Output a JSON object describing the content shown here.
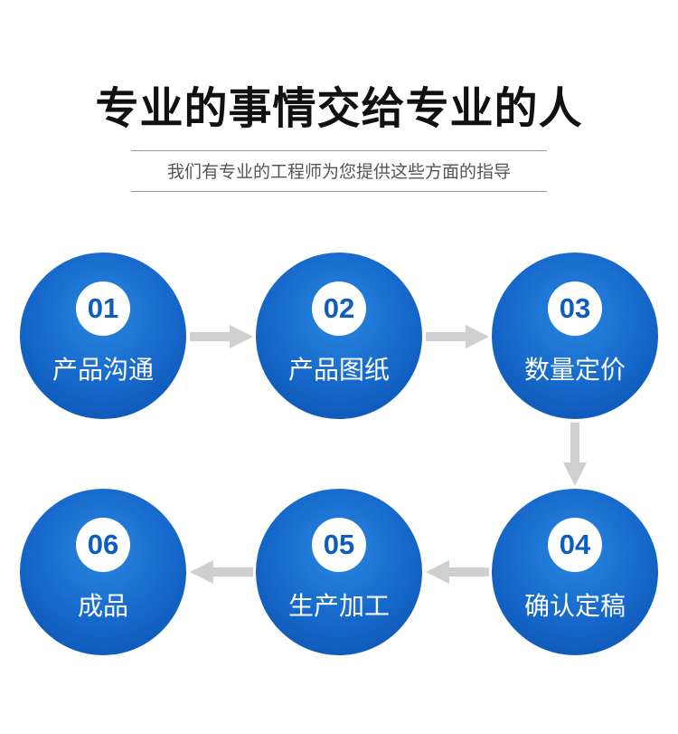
{
  "header": {
    "title": "专业的事情交给专业的人",
    "subtitle": "我们有专业的工程师为您提供这些方面的指导"
  },
  "steps": [
    {
      "num": "01",
      "label": "产品沟通"
    },
    {
      "num": "02",
      "label": "产品图纸"
    },
    {
      "num": "03",
      "label": "数量定价"
    },
    {
      "num": "04",
      "label": "确认定稿"
    },
    {
      "num": "05",
      "label": "生产加工"
    },
    {
      "num": "06",
      "label": "成品"
    }
  ],
  "colors": {
    "circle": "#1567c9",
    "number": "#0f5cbf",
    "arrow": "#cfcfcf",
    "title": "#111111"
  }
}
